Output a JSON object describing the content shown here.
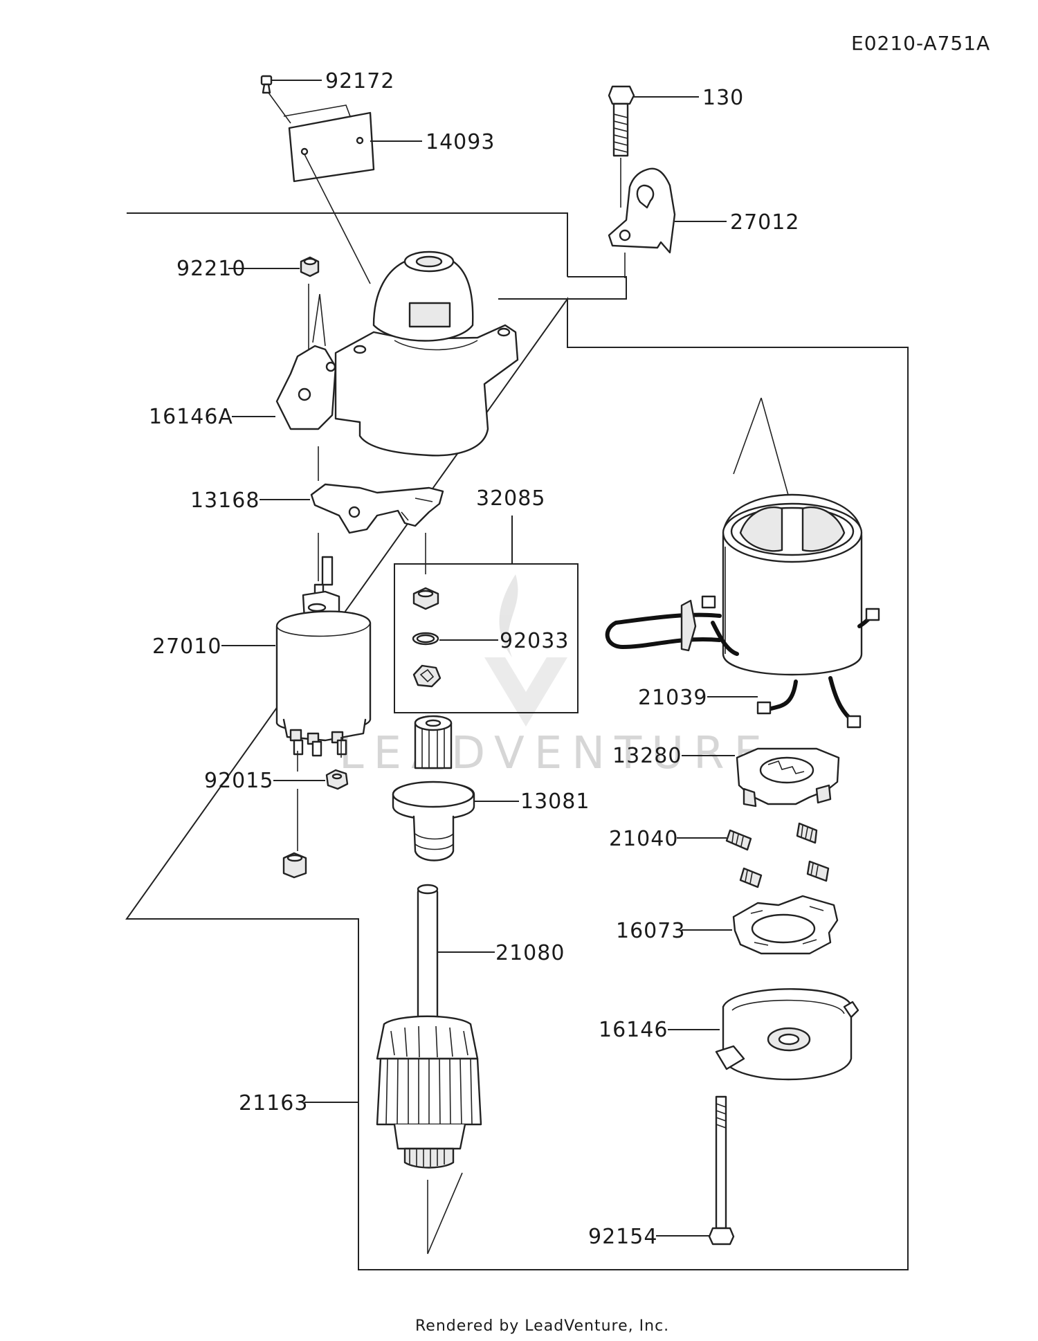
{
  "diagram_code": "E0210-A751A",
  "footer": "Rendered by LeadVenture, Inc.",
  "watermark": "LEADVENTURE",
  "parts": [
    {
      "id": "92172"
    },
    {
      "id": "14093"
    },
    {
      "id": "130"
    },
    {
      "id": "27012"
    },
    {
      "id": "92210"
    },
    {
      "id": "16146A"
    },
    {
      "id": "13168"
    },
    {
      "id": "32085"
    },
    {
      "id": "27010"
    },
    {
      "id": "92033"
    },
    {
      "id": "21039"
    },
    {
      "id": "13280"
    },
    {
      "id": "92015"
    },
    {
      "id": "13081"
    },
    {
      "id": "21040"
    },
    {
      "id": "16073"
    },
    {
      "id": "21080"
    },
    {
      "id": "16146"
    },
    {
      "id": "21163"
    },
    {
      "id": "92154"
    }
  ]
}
